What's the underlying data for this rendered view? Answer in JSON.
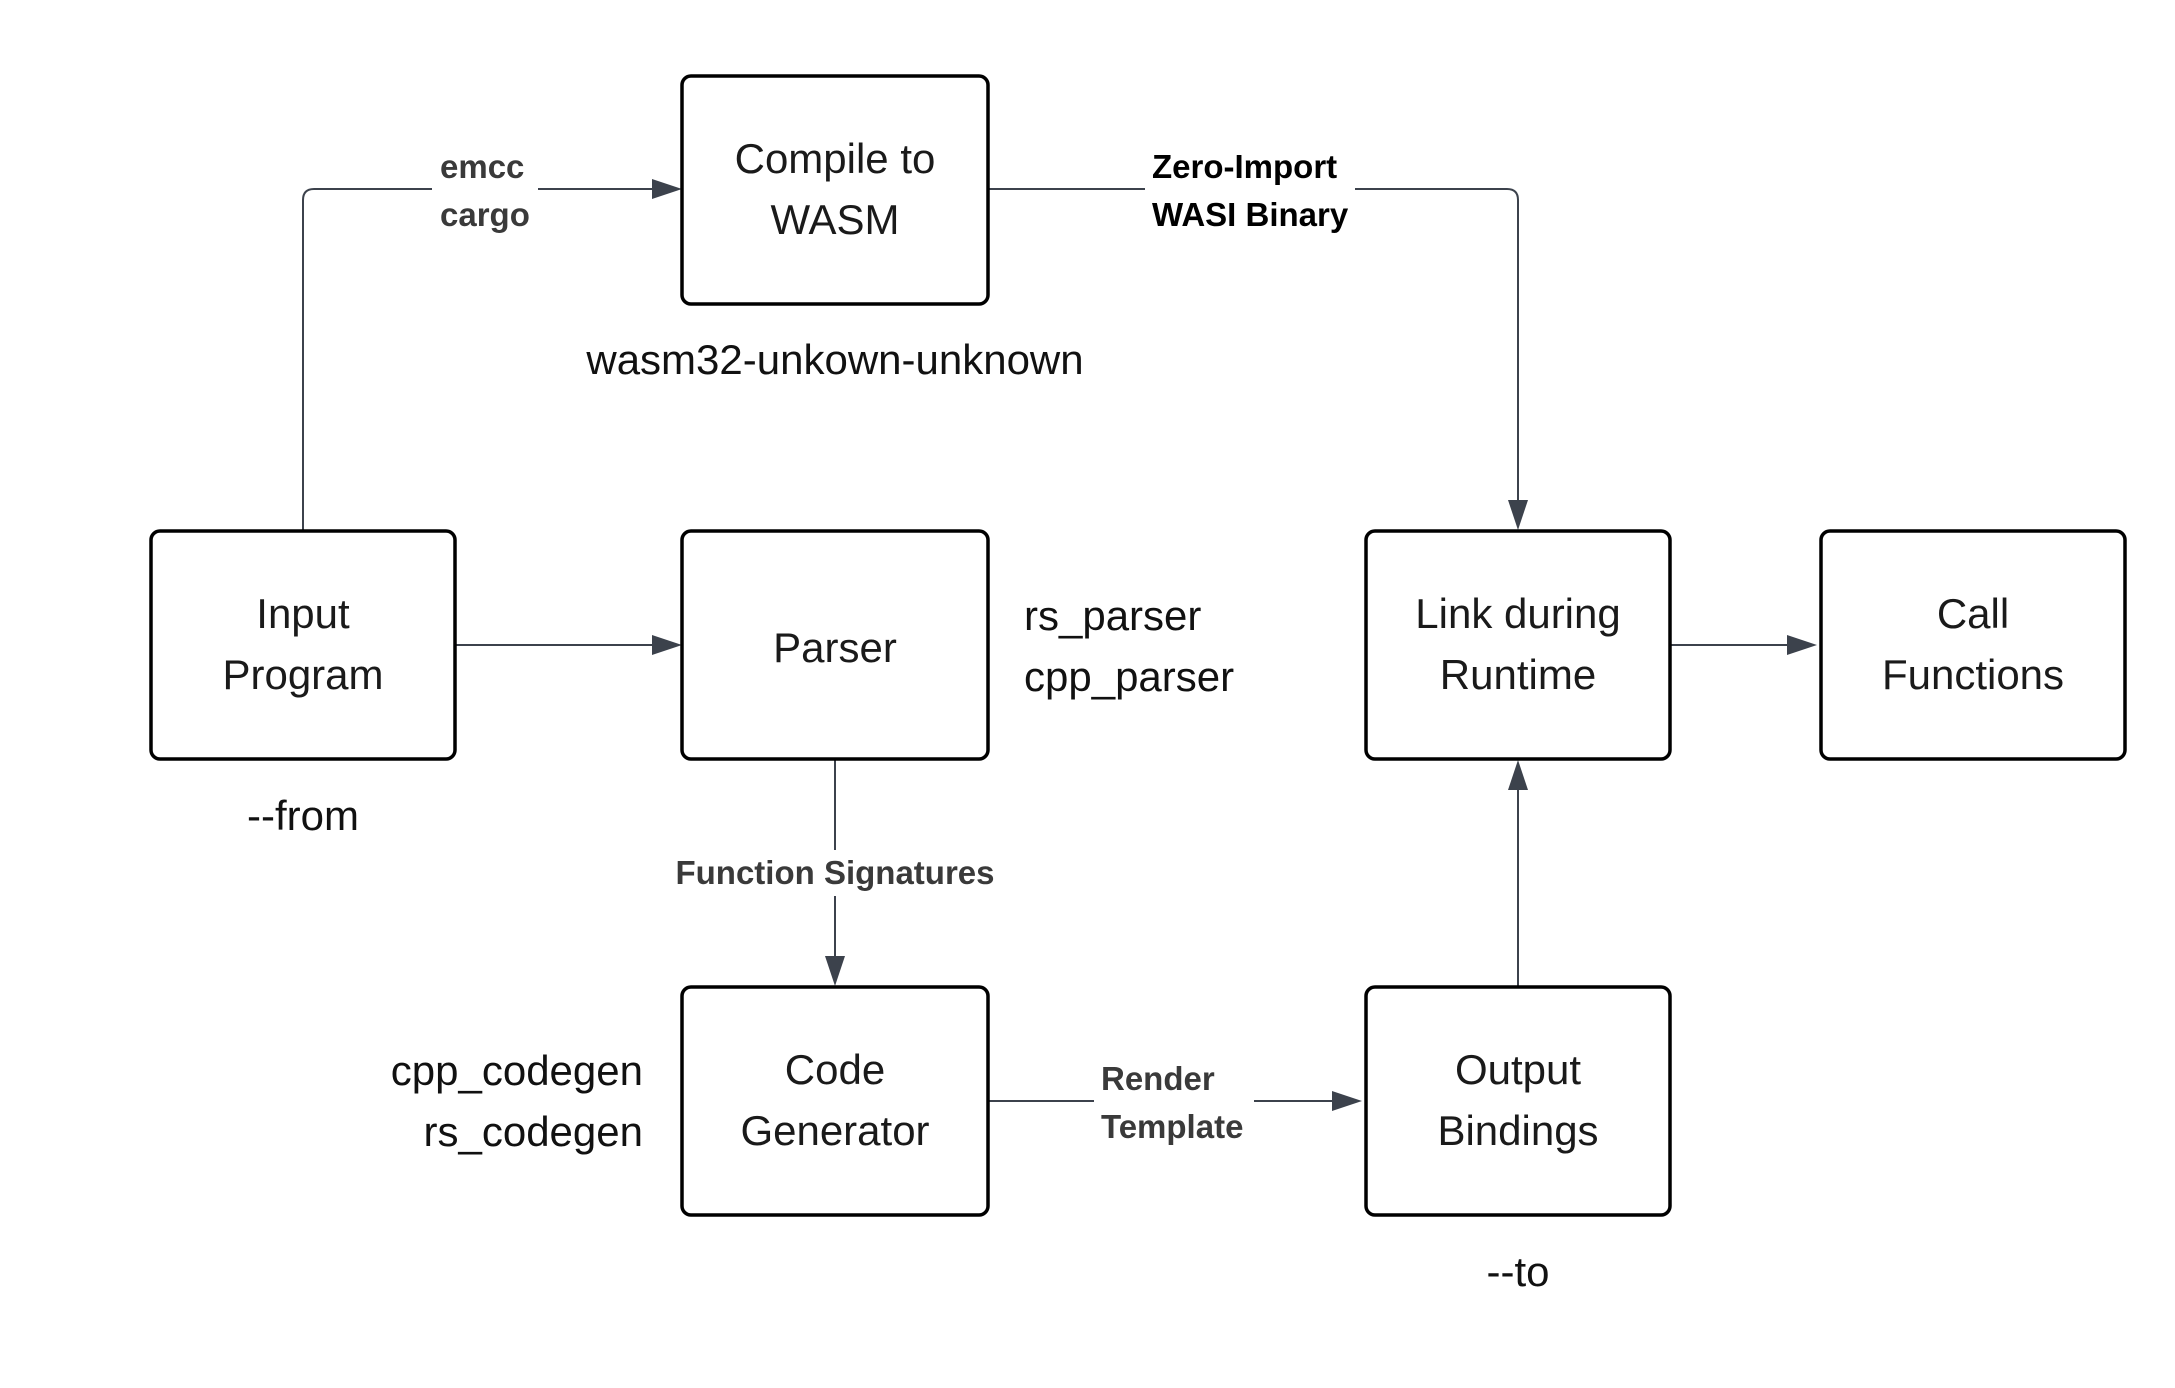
{
  "nodes": {
    "compile": [
      "Compile to",
      "WASM"
    ],
    "input": [
      "Input",
      "Program"
    ],
    "parser": [
      "Parser"
    ],
    "codegen": [
      "Code",
      "Generator"
    ],
    "link": [
      "Link during",
      "Runtime"
    ],
    "call": [
      "Call",
      "Functions"
    ],
    "output": [
      "Output",
      "Bindings"
    ]
  },
  "notes": {
    "wasm_target": "wasm32-unkown-unknown",
    "from_flag": "--from",
    "parser_impls": [
      "rs_parser",
      "cpp_parser"
    ],
    "codegen_impls": [
      "cpp_codegen",
      "rs_codegen"
    ],
    "to_flag": "--to"
  },
  "edges": {
    "input_to_compile": [
      "emcc",
      "cargo"
    ],
    "compile_to_link": [
      "Zero-Import",
      "WASI Binary"
    ],
    "parser_to_codegen": [
      "Function Signatures"
    ],
    "codegen_to_output": [
      "Render",
      "Template"
    ]
  },
  "colors": {
    "box_stroke": "#000000",
    "edge": "#3c424c",
    "edge_label_dark": "#000000",
    "edge_label_grey": "#3a3a3a"
  }
}
